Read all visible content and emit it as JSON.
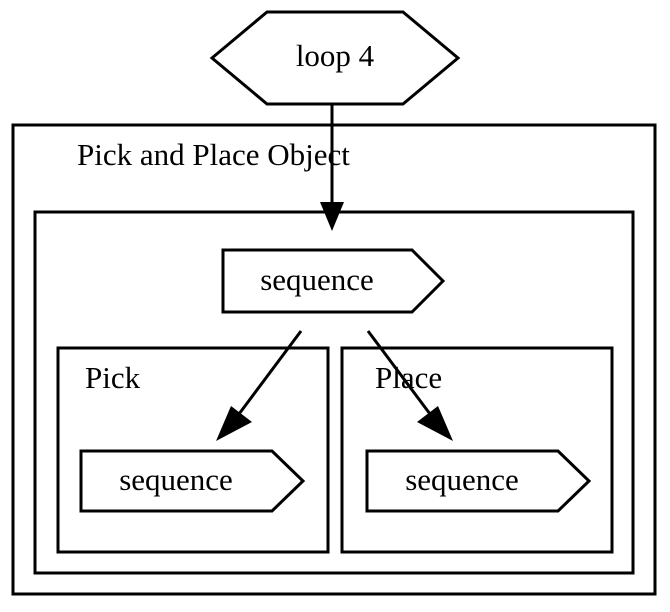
{
  "diagram": {
    "type": "behavior-tree",
    "root": {
      "shape": "hexagon",
      "label": "loop 4"
    },
    "container": {
      "shape": "rectangle",
      "label": "Pick and Place Object"
    },
    "inner_container": {
      "shape": "rectangle",
      "label": ""
    },
    "root_sequence": {
      "shape": "pentagon-arrow",
      "label": "sequence"
    },
    "branches": [
      {
        "shape": "rectangle",
        "label": "Pick",
        "node": {
          "shape": "pentagon-arrow",
          "label": "sequence"
        }
      },
      {
        "shape": "rectangle",
        "label": "Place",
        "node": {
          "shape": "pentagon-arrow",
          "label": "sequence"
        }
      }
    ],
    "edges": [
      {
        "name": "loop-to-sequence",
        "style": "solid-arrow",
        "direction": "down"
      },
      {
        "name": "sequence-to-pick",
        "style": "solid-arrow",
        "direction": "down-left"
      },
      {
        "name": "sequence-to-place",
        "style": "solid-arrow",
        "direction": "down-right"
      }
    ],
    "colors": {
      "stroke": "#000000",
      "fill": "#ffffff",
      "text": "#000000"
    }
  }
}
